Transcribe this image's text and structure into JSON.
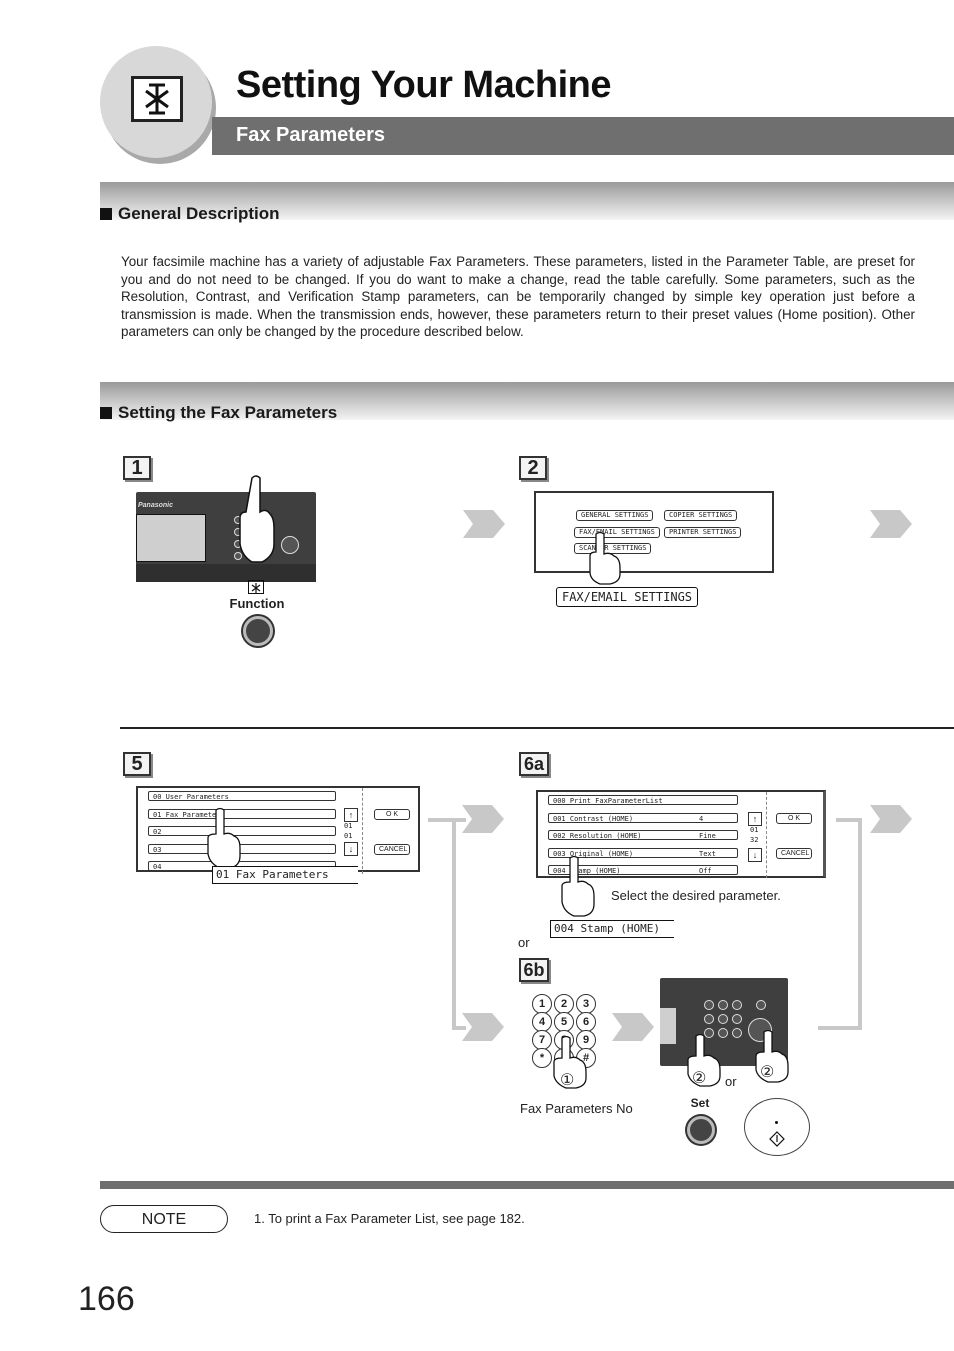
{
  "header": {
    "title": "Setting Your Machine",
    "subtitle": "Fax Parameters",
    "icon": "function-icon"
  },
  "general": {
    "heading": "General Description",
    "body": "Your facsimile machine has a variety of adjustable Fax Parameters. These parameters, listed in the Parameter Table, are preset for you and do not need to be changed. If you do want to make a change, read the table carefully. Some parameters, such as the Resolution, Contrast, and Verification Stamp parameters, can be temporarily changed by simple key operation just before a transmission is made. When the transmission ends, however, these parameters return to their preset values (Home position). Other parameters can only be changed by the procedure described below."
  },
  "setting": {
    "heading": "Setting the Fax Parameters"
  },
  "step1": {
    "num": "1",
    "button_label": "Function",
    "panel_brand": "Panasonic"
  },
  "step2": {
    "num": "2",
    "buttons": [
      "GENERAL SETTINGS",
      "COPIER SETTINGS",
      "FAX/EMAIL SETTINGS",
      "PRINTER SETTINGS",
      "SCANNER SETTINGS"
    ],
    "callout": "FAX/EMAIL SETTINGS"
  },
  "step5": {
    "num": "5",
    "rows": [
      "00  User Parameters",
      "01  Fax Parameters",
      "02",
      "03",
      "04"
    ],
    "ok": "O K",
    "cancel": "CANCEL",
    "page": "01",
    "page_total": "01",
    "callout": "01  Fax Parameters"
  },
  "step6a": {
    "num": "6a",
    "rows": [
      {
        "label": "000  Print FaxParameterList",
        "value": ""
      },
      {
        "label": "001  Contrast (HOME)",
        "value": "4"
      },
      {
        "label": "002  Resolution (HOME)",
        "value": "Fine"
      },
      {
        "label": "003  Original (HOME)",
        "value": "Text"
      },
      {
        "label": "004  Stamp (HOME)",
        "value": "Off"
      }
    ],
    "ok": "O K",
    "cancel": "CANCEL",
    "page": "01",
    "page_total": "32",
    "instruction": "Select the desired parameter.",
    "callout": "004  Stamp (HOME)",
    "or": "or"
  },
  "step6b": {
    "num": "6b",
    "keys": [
      "1",
      "2",
      "3",
      "4",
      "5",
      "6",
      "7",
      "8",
      "9",
      "*",
      "0",
      "#"
    ],
    "circle1": "①",
    "circle2a": "②",
    "circle2b": "②",
    "or": "or",
    "caption": "Fax Parameters No",
    "set_label": "Set"
  },
  "note": {
    "label": "NOTE",
    "text": "1.  To print a Fax Parameter List, see page 182."
  },
  "page_number": "166",
  "colors": {
    "header_bar": "#6f6f6f",
    "arrow": "#c8c8c8",
    "panel": "#3f3f3f"
  }
}
